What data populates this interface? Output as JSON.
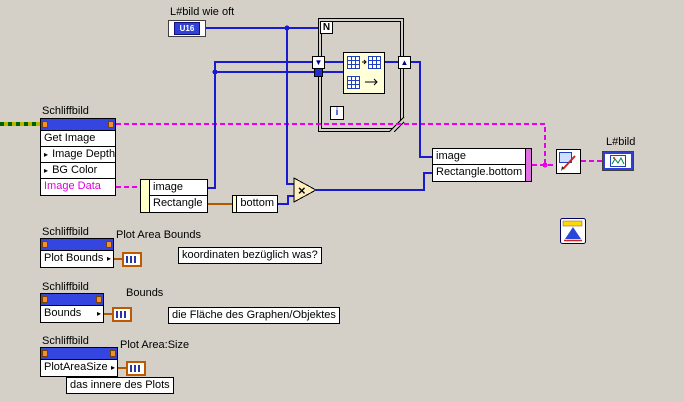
{
  "colors": {
    "diagram_background": "#d4d0c8",
    "numeric_wire": "#1a1ad0",
    "cluster_wire_pink": "#e800e8",
    "cluster_wire_brown": "#b05a00",
    "refnum_wire_green": "#006000",
    "refnum_strip_blue": "#3545e0",
    "image_data_text": "#e000e0"
  },
  "count_control": {
    "caption": "L#bild wie oft",
    "type_label": "U16"
  },
  "loop": {
    "count_terminal": "N",
    "iteration_terminal": "i"
  },
  "invoke_node": {
    "label": "Schliffbild",
    "method": "Get Image",
    "params": [
      "Image Depth",
      "BG Color",
      "Image Data"
    ]
  },
  "unbundle_node": {
    "rows": [
      "image",
      "Rectangle"
    ]
  },
  "bottom_node": {
    "row": "bottom"
  },
  "multiply_node": {
    "glyph": "×"
  },
  "bundle_node": {
    "rows": [
      "image",
      "Rectangle.bottom"
    ]
  },
  "image_indicator": {
    "caption": "L#bild"
  },
  "property_nodes": [
    {
      "label": "Schliffbild",
      "property": "Plot Bounds",
      "caption": "Plot Area Bounds",
      "comment": "koordinaten bezüglich was?"
    },
    {
      "label": "Schliffbild",
      "property": "Bounds",
      "caption": "Bounds",
      "comment": "die Fläche des Graphen/Objektes"
    },
    {
      "label": "Schliffbild",
      "property": "PlotAreaSize",
      "caption": "Plot Area:Size",
      "comment": "das innere des Plots"
    }
  ],
  "icons": {
    "arrow_right": "▸",
    "shift_register_down": "▼",
    "shift_register_up": "▲"
  }
}
